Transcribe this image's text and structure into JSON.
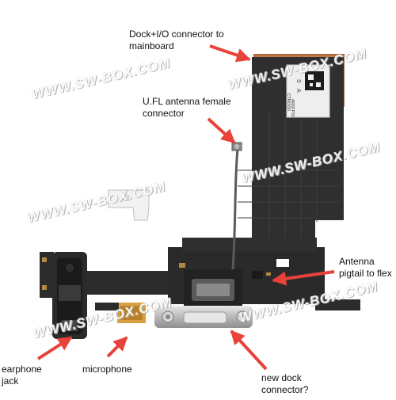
{
  "labels": {
    "dock_io": [
      "Dock+I/O connector to",
      "mainboard"
    ],
    "ufl": [
      "U.FL antenna female",
      "connector"
    ],
    "antenna_pigtail": [
      "Antenna",
      "pigtail to flex"
    ],
    "earphone": [
      "earphone",
      "jack"
    ],
    "microphone": [
      "microphone"
    ],
    "new_dock": [
      "new dock",
      "connector?"
    ]
  },
  "watermark": "WWW.SW-BOX.COM",
  "chip_text": [
    "S",
    "A",
    "ARDFP33",
    "CTM0150",
    "8NE"
  ],
  "colors": {
    "flex": "#2f2f2f",
    "flex_dark": "#1e1e1e",
    "copper": "#b0683c",
    "arrow": "#e8423a",
    "label_text": "#111111",
    "white_bracket": "#f2f2f2",
    "metal": "#c9c9c9"
  }
}
